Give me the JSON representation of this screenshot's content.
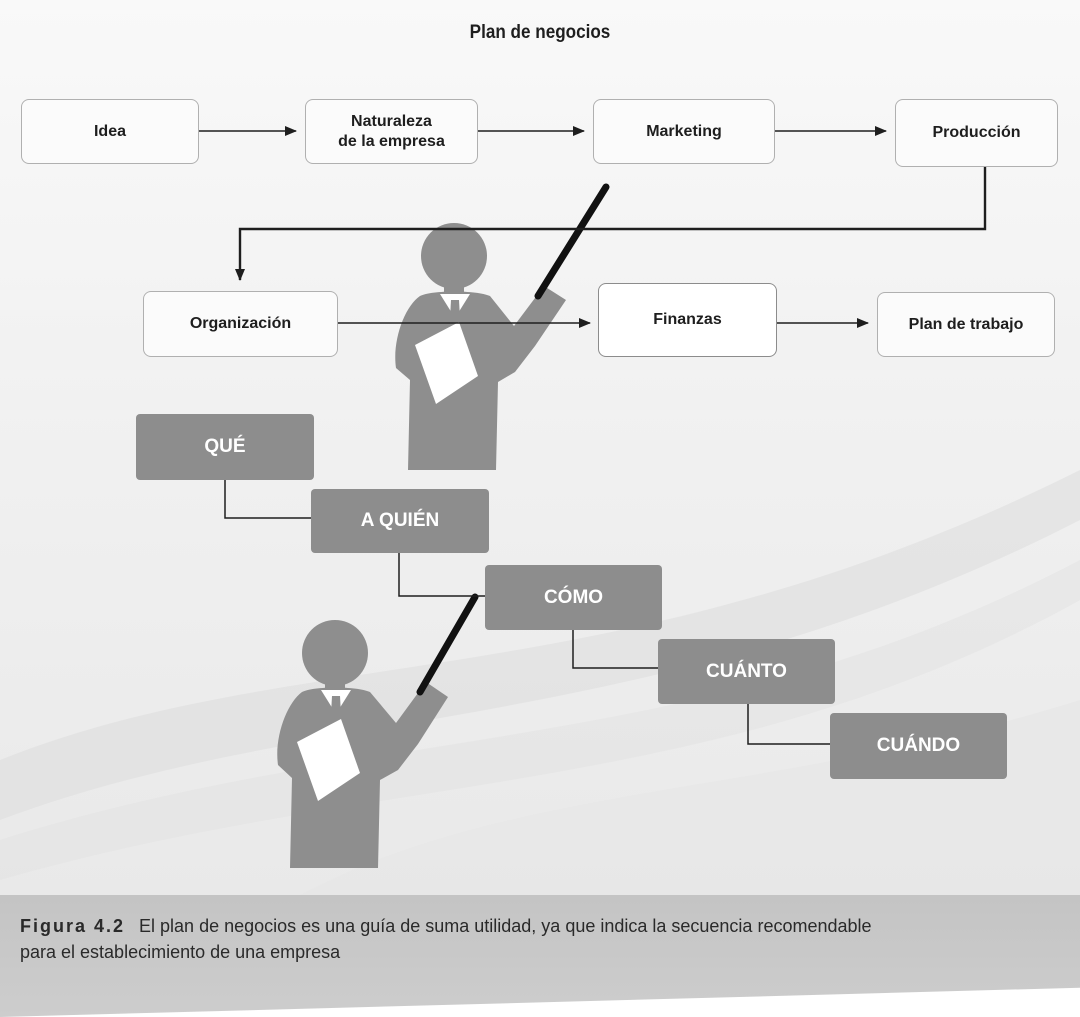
{
  "title": "Plan de negocios",
  "flow_boxes": [
    {
      "id": "idea",
      "label": "Idea"
    },
    {
      "id": "naturaleza",
      "label": "Naturaleza\nde la empresa"
    },
    {
      "id": "marketing",
      "label": "Marketing"
    },
    {
      "id": "produccion",
      "label": "Producción"
    },
    {
      "id": "organizacion",
      "label": "Organización"
    },
    {
      "id": "finanzas",
      "label": "Finanzas"
    },
    {
      "id": "plan_trabajo",
      "label": "Plan de trabajo"
    }
  ],
  "question_boxes": [
    {
      "label": "QUÉ"
    },
    {
      "label": "A QUIÉN"
    },
    {
      "label": "CÓMO"
    },
    {
      "label": "CUÁNTO"
    },
    {
      "label": "CUÁNDO"
    }
  ],
  "caption": {
    "figure_label": "Figura 4.2",
    "text": "El plan de negocios es una guía de suma utilidad, ya que indica la secuencia recomendable para el establecimiento de una empresa"
  },
  "colors": {
    "question_box_fill": "#8d8d8d",
    "figure_fill": "#8e8e8e",
    "arrow": "#1e1e1e"
  },
  "icons": [
    "presenter-figure-icon"
  ]
}
